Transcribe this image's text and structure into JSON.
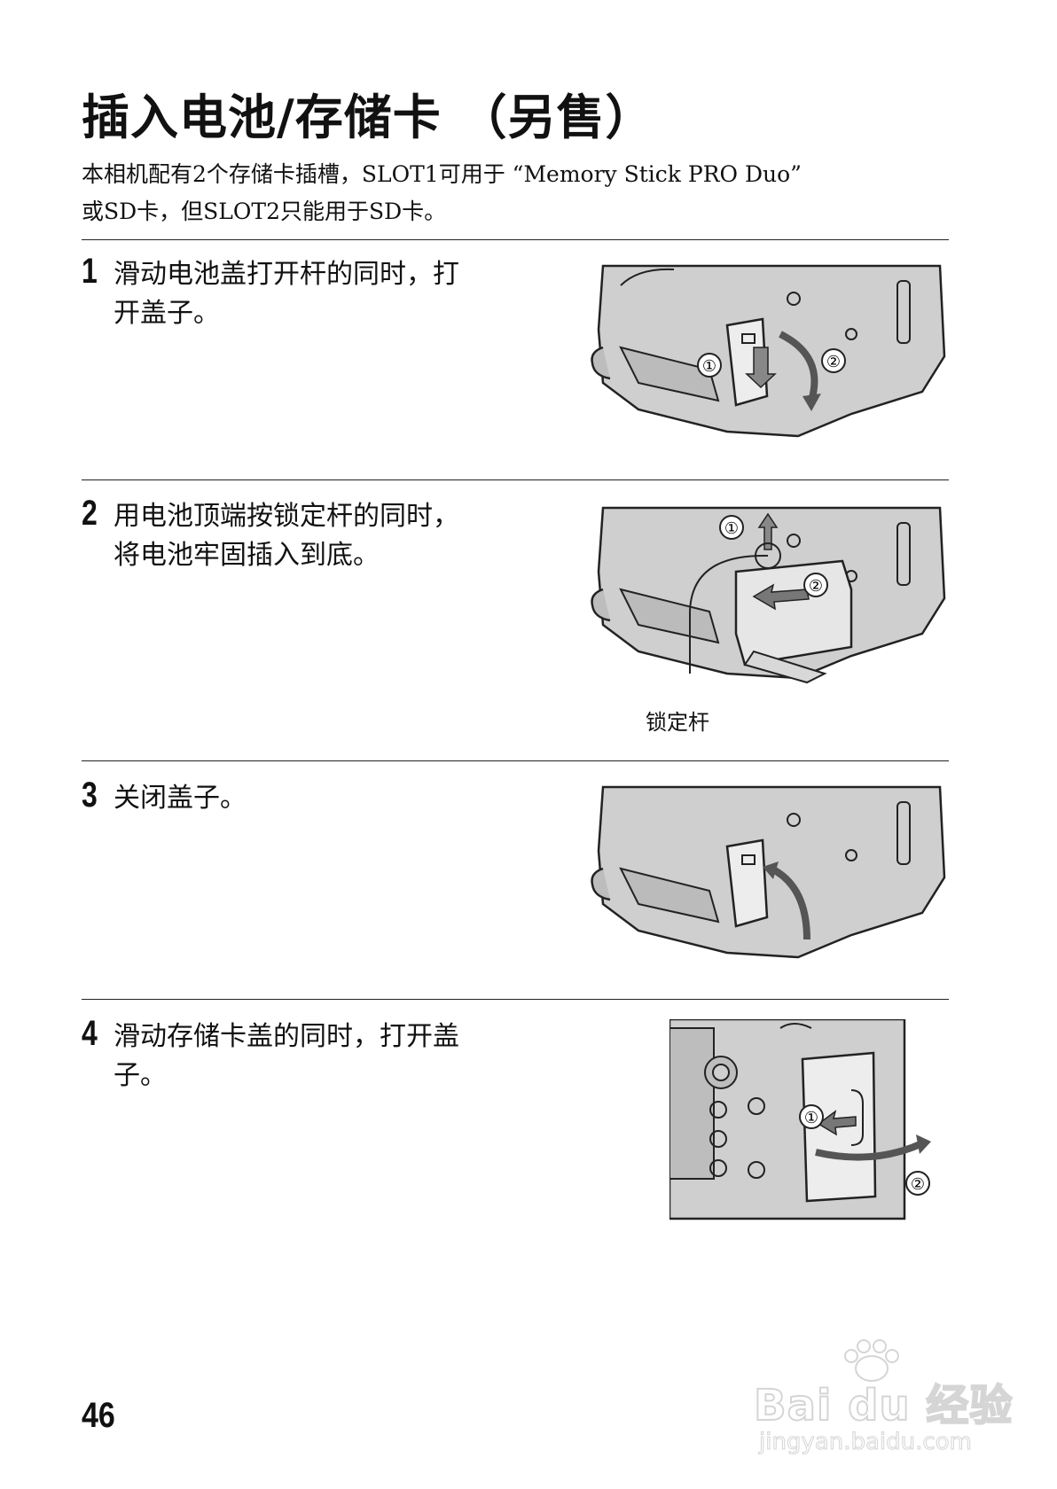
{
  "title": "插入电池/存储卡 （另售）",
  "intro": {
    "line1": "本相机配有2个存储卡插槽，SLOT1可用于 “Memory Stick PRO Duo”",
    "line2": "或SD卡，但SLOT2只能用于SD卡。"
  },
  "steps": [
    {
      "number": "1",
      "lines": [
        "滑动电池盖打开杆的同时，打",
        "开盖子。"
      ],
      "marker1": "①",
      "marker2": "②"
    },
    {
      "number": "2",
      "lines": [
        "用电池顶端按锁定杆的同时，",
        "将电池牢固插入到底。"
      ],
      "marker1": "①",
      "marker2": "②",
      "callout": "锁定杆"
    },
    {
      "number": "3",
      "lines": [
        "关闭盖子。"
      ]
    },
    {
      "number": "4",
      "lines": [
        "滑动存储卡盖的同时，打开盖",
        "子。"
      ],
      "marker1": "①",
      "marker2": "②"
    }
  ],
  "page_number": "46",
  "watermark": {
    "brand": "Bai du 经验",
    "url": "jingyan.baidu.com"
  }
}
